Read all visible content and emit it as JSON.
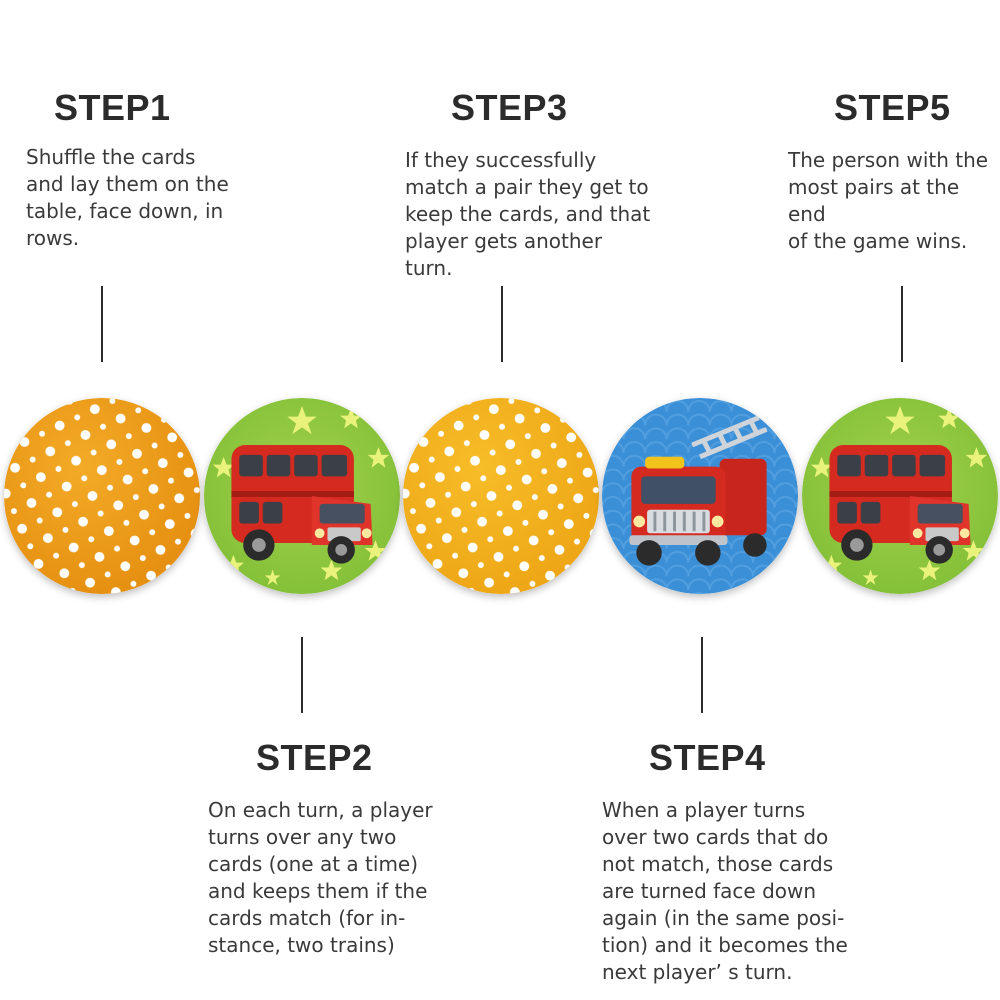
{
  "steps": [
    {
      "title": "STEP1",
      "text": "Shuffle the cards\nand lay them on the\ntable, face down, in\nrows."
    },
    {
      "title": "STEP2",
      "text": "On each turn, a player\nturns over any two\ncards (one at a time)\nand keeps them if the\ncards match (for in-\nstance, two trains)"
    },
    {
      "title": "STEP3",
      "text": "If they successfully\nmatch a pair they get to\nkeep the cards, and that\nplayer gets another\nturn."
    },
    {
      "title": "STEP4",
      "text": "When a player turns\nover two cards that do\nnot match, those cards\nare turned face down\nagain (in the same posi-\ntion) and it becomes the\nnext player’ s turn."
    },
    {
      "title": "STEP5",
      "text": "The person with the\nmost pairs at the end\nof the game wins."
    }
  ],
  "cards": [
    {
      "name": "card-back-dots",
      "bg": "#f0a21c"
    },
    {
      "name": "card-bus",
      "bg": "#8cc63e"
    },
    {
      "name": "card-back-dots",
      "bg": "#f4b21a"
    },
    {
      "name": "card-fire-truck",
      "bg": "#3b8fd6"
    },
    {
      "name": "card-bus",
      "bg": "#8cc63e"
    }
  ],
  "colors": {
    "text": "#3a3a3a",
    "title": "#2b2b2b",
    "vehicle_red": "#d42a20"
  }
}
